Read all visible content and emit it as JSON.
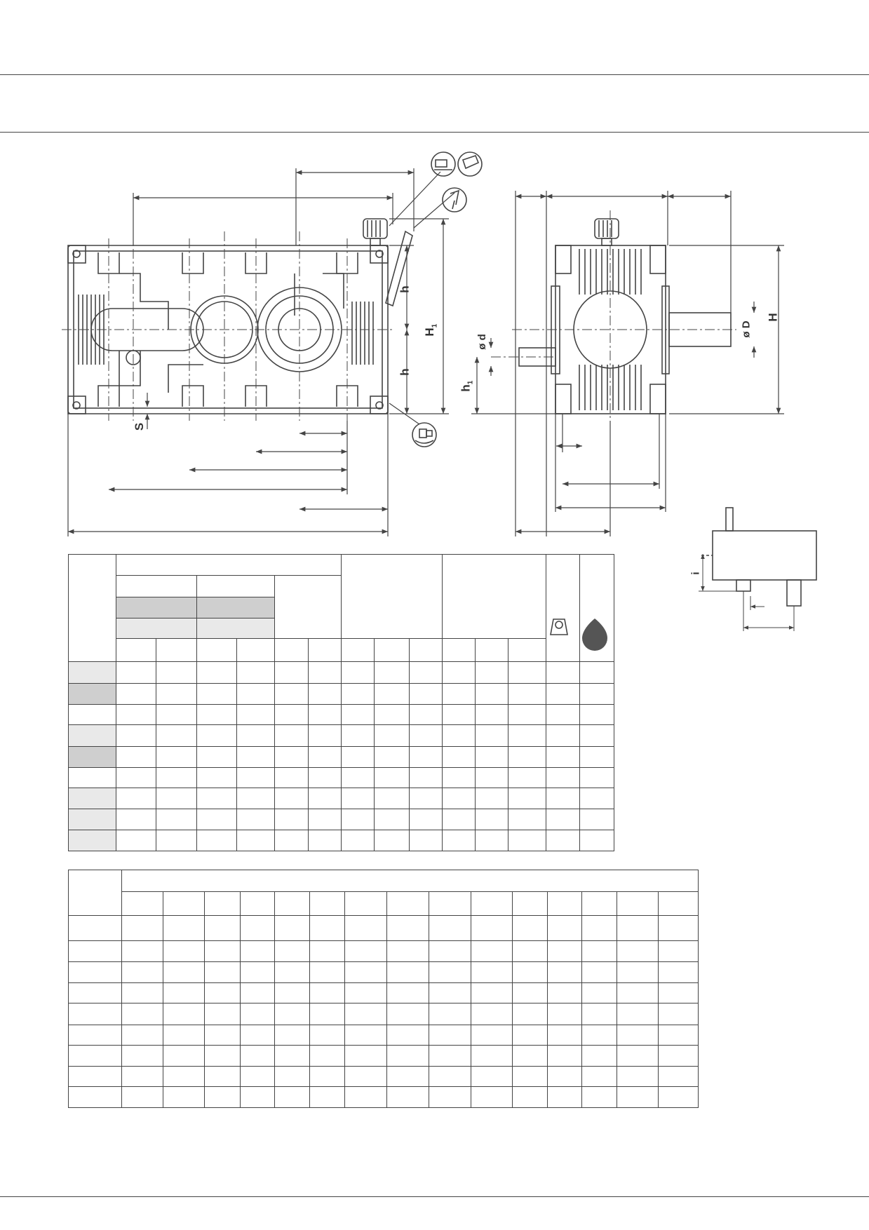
{
  "drawing": {
    "labels": {
      "h_upper": "h",
      "h_lower": "h",
      "H1_main": "H",
      "H1_sub": "1",
      "s": "S",
      "d": "ø d",
      "h1_main": "h",
      "h1_sub": "1",
      "D": "ø D",
      "H": "H",
      "i": "i"
    },
    "icons": [
      "level-window-icon",
      "oil-fill-icon",
      "breather-icon",
      "drain-plug-icon",
      "weight-icon",
      "oil-drop-icon"
    ]
  },
  "colors": {
    "line": "#444444",
    "shade_dark": "#cfcfcf",
    "shade_light": "#e9e9e9",
    "drop": "#555555"
  }
}
